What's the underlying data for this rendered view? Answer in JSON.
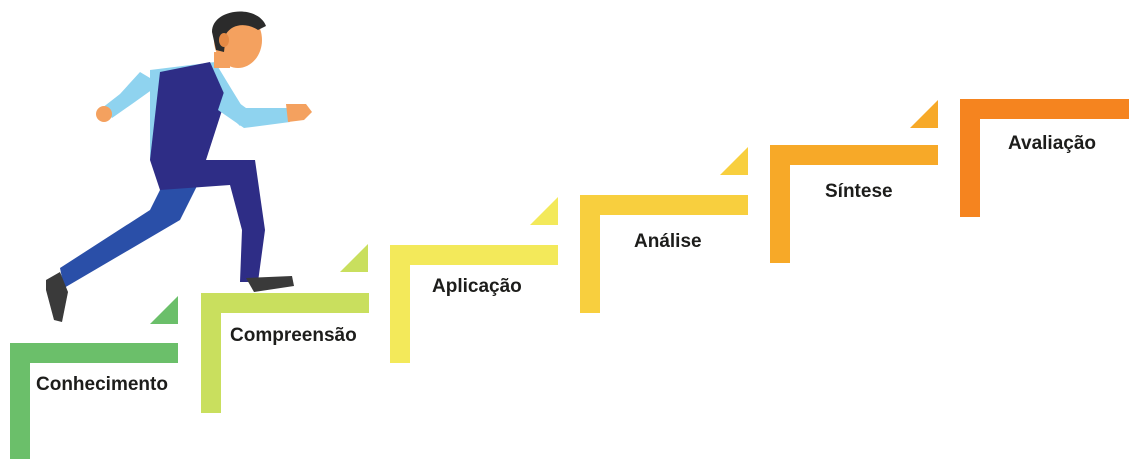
{
  "steps": [
    {
      "label": "Conhecimento",
      "color": "#6bbf6a"
    },
    {
      "label": "Compreensão",
      "color": "#c9df5e"
    },
    {
      "label": "Aplicação",
      "color": "#f3e95a"
    },
    {
      "label": "Análise",
      "color": "#f8cf3e"
    },
    {
      "label": "Síntese",
      "color": "#f7a928"
    },
    {
      "label": "Avaliação",
      "color": "#f5841f"
    }
  ],
  "figure": {
    "name": "running-man-icon",
    "shirt_color": "#8fd3ef",
    "vest_color": "#2e2d86",
    "pants_color": "#2a4fa8",
    "skin_color": "#f4a15f",
    "hair_color": "#2b2b2b"
  }
}
